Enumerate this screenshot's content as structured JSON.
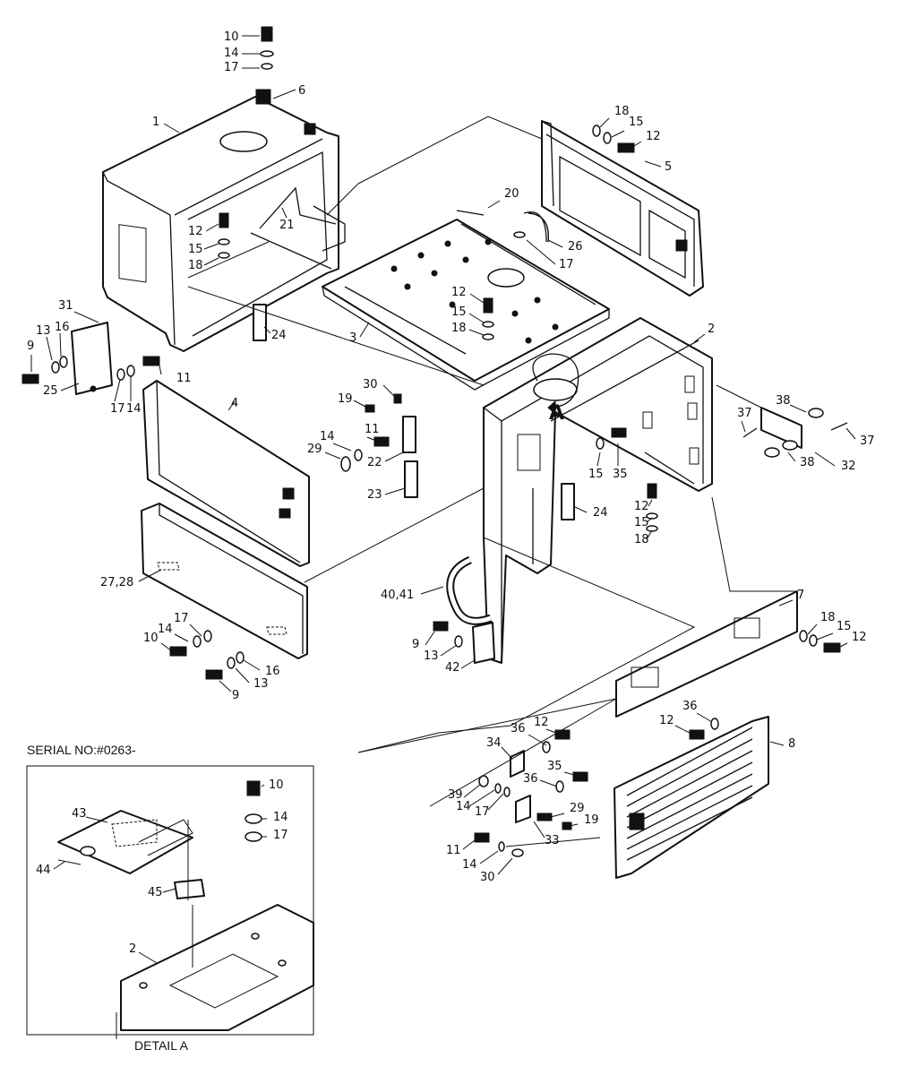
{
  "serial_note": "SERIAL NO:#0263-",
  "detail_caption": "DETAIL A",
  "view_letter": "A",
  "labels": [
    {
      "id": "L-10-top",
      "text": "10"
    },
    {
      "id": "L-14-top",
      "text": "14"
    },
    {
      "id": "L-17-top",
      "text": "17"
    },
    {
      "id": "L-6",
      "text": "6"
    },
    {
      "id": "L-1",
      "text": "1"
    },
    {
      "id": "L-12-a",
      "text": "12"
    },
    {
      "id": "L-15-a",
      "text": "15"
    },
    {
      "id": "L-18-a",
      "text": "18"
    },
    {
      "id": "L-21",
      "text": "21"
    },
    {
      "id": "L-24-a",
      "text": "24"
    },
    {
      "id": "L-31",
      "text": "31"
    },
    {
      "id": "L-16-a",
      "text": "16"
    },
    {
      "id": "L-13-a",
      "text": "13"
    },
    {
      "id": "L-9-a",
      "text": "9"
    },
    {
      "id": "L-25",
      "text": "25"
    },
    {
      "id": "L-17-a",
      "text": "17"
    },
    {
      "id": "L-14-a",
      "text": "14"
    },
    {
      "id": "L-11-a",
      "text": "11"
    },
    {
      "id": "L-18-b",
      "text": "18"
    },
    {
      "id": "L-15-b",
      "text": "15"
    },
    {
      "id": "L-12-b",
      "text": "12"
    },
    {
      "id": "L-5",
      "text": "5"
    },
    {
      "id": "L-20",
      "text": "20"
    },
    {
      "id": "L-26",
      "text": "26"
    },
    {
      "id": "L-17-b",
      "text": "17"
    },
    {
      "id": "L-12-c",
      "text": "12"
    },
    {
      "id": "L-15-c",
      "text": "15"
    },
    {
      "id": "L-18-c",
      "text": "18"
    },
    {
      "id": "L-3",
      "text": "3"
    },
    {
      "id": "L-2",
      "text": "2"
    },
    {
      "id": "L-4",
      "text": "4"
    },
    {
      "id": "L-30-a",
      "text": "30"
    },
    {
      "id": "L-19-a",
      "text": "19"
    },
    {
      "id": "L-11-b",
      "text": "11"
    },
    {
      "id": "L-14-b",
      "text": "14"
    },
    {
      "id": "L-29-a",
      "text": "29"
    },
    {
      "id": "L-22",
      "text": "22"
    },
    {
      "id": "L-23",
      "text": "23"
    },
    {
      "id": "L-15-d",
      "text": "15"
    },
    {
      "id": "L-35-a",
      "text": "35"
    },
    {
      "id": "L-37-a",
      "text": "37"
    },
    {
      "id": "L-38-a",
      "text": "38"
    },
    {
      "id": "L-37-b",
      "text": "37"
    },
    {
      "id": "L-38-b",
      "text": "38"
    },
    {
      "id": "L-32",
      "text": "32"
    },
    {
      "id": "L-12-d",
      "text": "12"
    },
    {
      "id": "L-15-e",
      "text": "15"
    },
    {
      "id": "L-18-d",
      "text": "18"
    },
    {
      "id": "L-24-b",
      "text": "24"
    },
    {
      "id": "L-27-28",
      "text": "27,28"
    },
    {
      "id": "L-40-41",
      "text": "40,41"
    },
    {
      "id": "L-7",
      "text": "7"
    },
    {
      "id": "L-18-e",
      "text": "18"
    },
    {
      "id": "L-15-f",
      "text": "15"
    },
    {
      "id": "L-12-e",
      "text": "12"
    },
    {
      "id": "L-17-c",
      "text": "17"
    },
    {
      "id": "L-14-c",
      "text": "14"
    },
    {
      "id": "L-10-b",
      "text": "10"
    },
    {
      "id": "L-16-b",
      "text": "16"
    },
    {
      "id": "L-13-b",
      "text": "13"
    },
    {
      "id": "L-9-b",
      "text": "9"
    },
    {
      "id": "L-9-c",
      "text": "9"
    },
    {
      "id": "L-13-c",
      "text": "13"
    },
    {
      "id": "L-42",
      "text": "42"
    },
    {
      "id": "L-36-a",
      "text": "36"
    },
    {
      "id": "L-12-f",
      "text": "12"
    },
    {
      "id": "L-12-g",
      "text": "12"
    },
    {
      "id": "L-36-b",
      "text": "36"
    },
    {
      "id": "L-8",
      "text": "8"
    },
    {
      "id": "L-34",
      "text": "34"
    },
    {
      "id": "L-36-c",
      "text": "36"
    },
    {
      "id": "L-35-b",
      "text": "35"
    },
    {
      "id": "L-39",
      "text": "39"
    },
    {
      "id": "L-14-d",
      "text": "14"
    },
    {
      "id": "L-17-d",
      "text": "17"
    },
    {
      "id": "L-29-b",
      "text": "29"
    },
    {
      "id": "L-19-b",
      "text": "19"
    },
    {
      "id": "L-33",
      "text": "33"
    },
    {
      "id": "L-11-c",
      "text": "11"
    },
    {
      "id": "L-14-e",
      "text": "14"
    },
    {
      "id": "L-30-b",
      "text": "30"
    },
    {
      "id": "L-10-c",
      "text": "10"
    },
    {
      "id": "L-43",
      "text": "43"
    },
    {
      "id": "L-14-f",
      "text": "14"
    },
    {
      "id": "L-17-e",
      "text": "17"
    },
    {
      "id": "L-44",
      "text": "44"
    },
    {
      "id": "L-45",
      "text": "45"
    },
    {
      "id": "L-2-detail",
      "text": "2"
    }
  ]
}
